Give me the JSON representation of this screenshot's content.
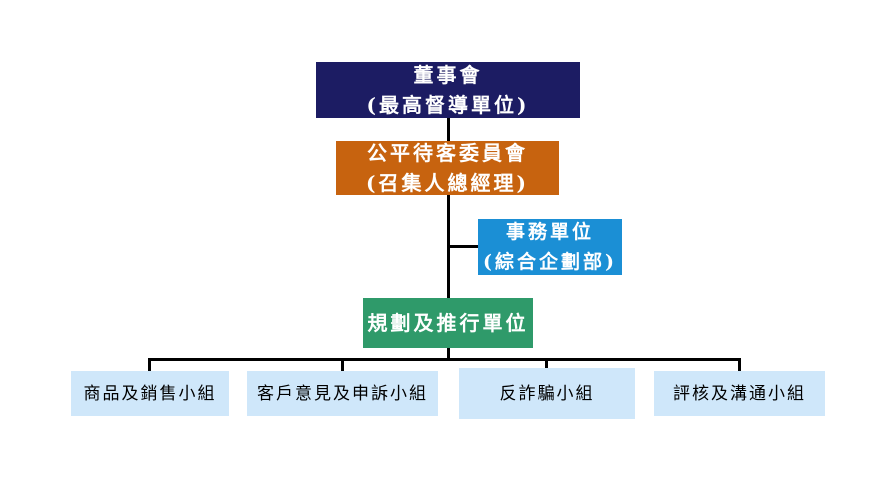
{
  "board": {
    "title": "董事會",
    "subtitle": "(最高督導單位)"
  },
  "committee": {
    "title": "公平待客委員會",
    "subtitle": "(召集人總經理)"
  },
  "affairs": {
    "title": "事務單位",
    "subtitle": "(綜合企劃部)"
  },
  "planning": {
    "title": "規劃及推行單位"
  },
  "groups": [
    {
      "label": "商品及銷售小組"
    },
    {
      "label": "客戶意見及申訴小組"
    },
    {
      "label": "反詐騙小組"
    },
    {
      "label": "評核及溝通小組"
    }
  ],
  "colors": {
    "board": "#1c1c63",
    "committee": "#c7630f",
    "affairs": "#1b8fd5",
    "planning": "#2f9a6a",
    "group": "#cfe7fa"
  }
}
